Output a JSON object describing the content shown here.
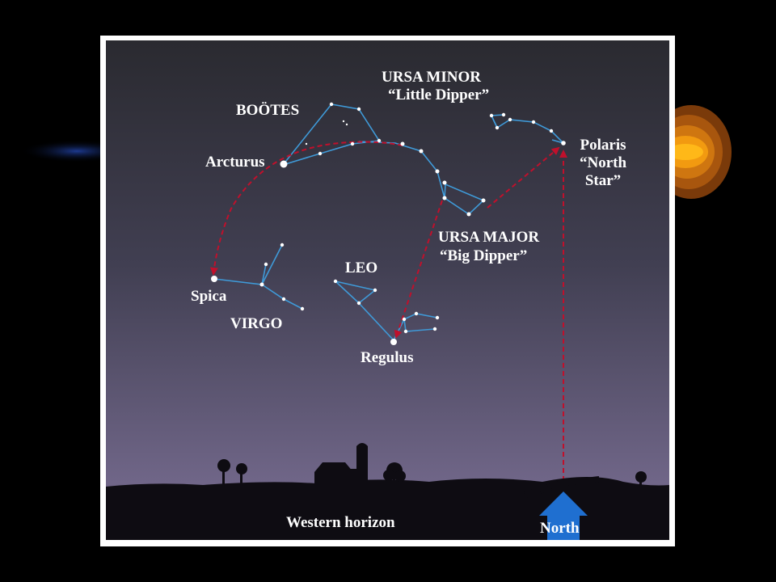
{
  "colors": {
    "sky_top": "#2a2a30",
    "sky_bottom": "#7c7096",
    "ground": "#0e0c12",
    "constellation_line": "#3f9ad8",
    "star": "#ffffff",
    "pointer_arrow": "#c0102c",
    "north_arrow": "#1f6fd0",
    "glow": "#f29a10"
  },
  "labels": {
    "bootes": "BOÖTES",
    "arcturus": "Arcturus",
    "ursa_minor_name": "URSA MINOR",
    "ursa_minor_nickname": "“Little Dipper”",
    "polaris_1": "Polaris",
    "polaris_2": "“North",
    "polaris_3": "Star”",
    "ursa_major_name": "URSA MAJOR",
    "ursa_major_nickname": "“Big Dipper”",
    "leo": "LEO",
    "spica": "Spica",
    "virgo": "VIRGO",
    "regulus": "Regulus",
    "western_horizon": "Western horizon",
    "north": "North"
  },
  "icons": {
    "arrows": "dashed-pointer-arrows",
    "north": "north-arrow-icon",
    "trees": "tree-silhouette-icon",
    "farm": "farmhouse-silo-silhouette"
  }
}
